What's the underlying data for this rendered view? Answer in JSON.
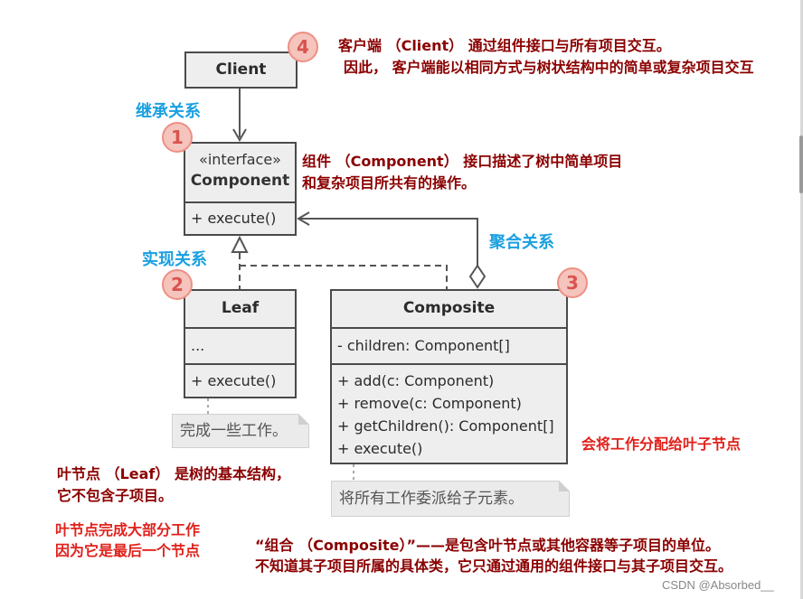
{
  "client": {
    "title": "Client"
  },
  "component": {
    "stereotype": "«interface»",
    "title": "Component",
    "method": "+ execute()"
  },
  "leaf": {
    "title": "Leaf",
    "fields": "...",
    "method": "+ execute()",
    "note": "完成一些工作。"
  },
  "composite": {
    "title": "Composite",
    "field": "- children: Component[]",
    "methods": [
      "+ add(c: Component)",
      "+ remove(c: Component)",
      "+ getChildren(): Component[]",
      "+ execute()"
    ],
    "note": "将所有工作委派给子元素。"
  },
  "badges": [
    "1",
    "2",
    "3",
    "4"
  ],
  "relations": {
    "inherit": "继承关系",
    "realize": "实现关系",
    "aggregate": "聚合关系"
  },
  "annotations": {
    "client_line1": "客户端 （Client） 通过组件接口与所有项目交互。",
    "client_line2": "因此， 客户端能以相同方式与树状结构中的简单或复杂项目交互",
    "component_line1": "组件 （Component） 接口描述了树中简单项目",
    "component_line2": "和复杂项目所共有的操作。",
    "delegate": "会将工作分配给叶子节点",
    "leaf_line1": "叶节点 （Leaf） 是树的基本结构，",
    "leaf_line2": "它不包含子项目。",
    "leaf_work1": "叶节点完成大部分工作",
    "leaf_work2": "因为它是最后一个节点",
    "composite_line1": "“组合 （Composite）”——是包含叶节点或其他容器等子项目的单位。",
    "composite_line2": "不知道其子项目所属的具体类，它只通过通用的组件接口与其子项目交互。"
  },
  "watermark": "CSDN @Absorbed__"
}
